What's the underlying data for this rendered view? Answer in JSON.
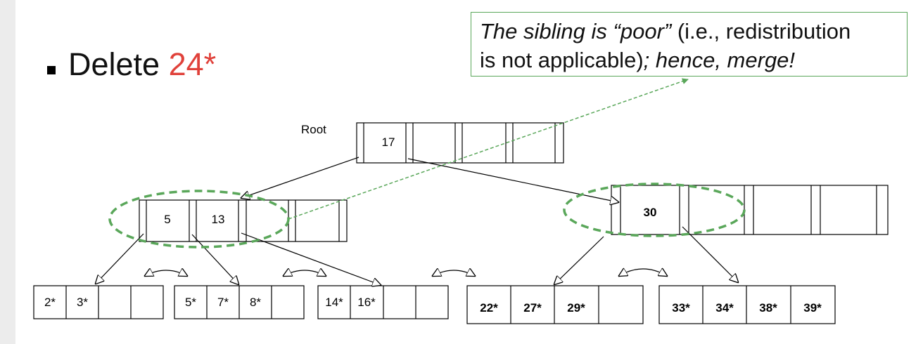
{
  "title": {
    "prefix": "Delete ",
    "value": "24*"
  },
  "callout": {
    "part1": "The sibling is “poor”",
    "part2": " (i.e., redistribution",
    "part3": "is not applicable)",
    "part4": "; hence, merge!"
  },
  "root_label": "Root",
  "tree": {
    "root": {
      "keys": [
        "17",
        "",
        "",
        ""
      ]
    },
    "internal_left": {
      "keys": [
        "5",
        "13",
        "",
        ""
      ]
    },
    "internal_right": {
      "keys": [
        "30",
        "",
        "",
        ""
      ]
    },
    "leaves": [
      {
        "keys": [
          "2*",
          "3*",
          "",
          ""
        ]
      },
      {
        "keys": [
          "5*",
          "7*",
          "8*",
          ""
        ]
      },
      {
        "keys": [
          "14*",
          "16*",
          "",
          ""
        ]
      },
      {
        "keys": [
          "22*",
          "27*",
          "29*",
          ""
        ]
      },
      {
        "keys": [
          "33*",
          "34*",
          "38*",
          "39*"
        ]
      }
    ]
  },
  "colors": {
    "highlight": "#e0413a",
    "annotation": "#5aa75a"
  }
}
